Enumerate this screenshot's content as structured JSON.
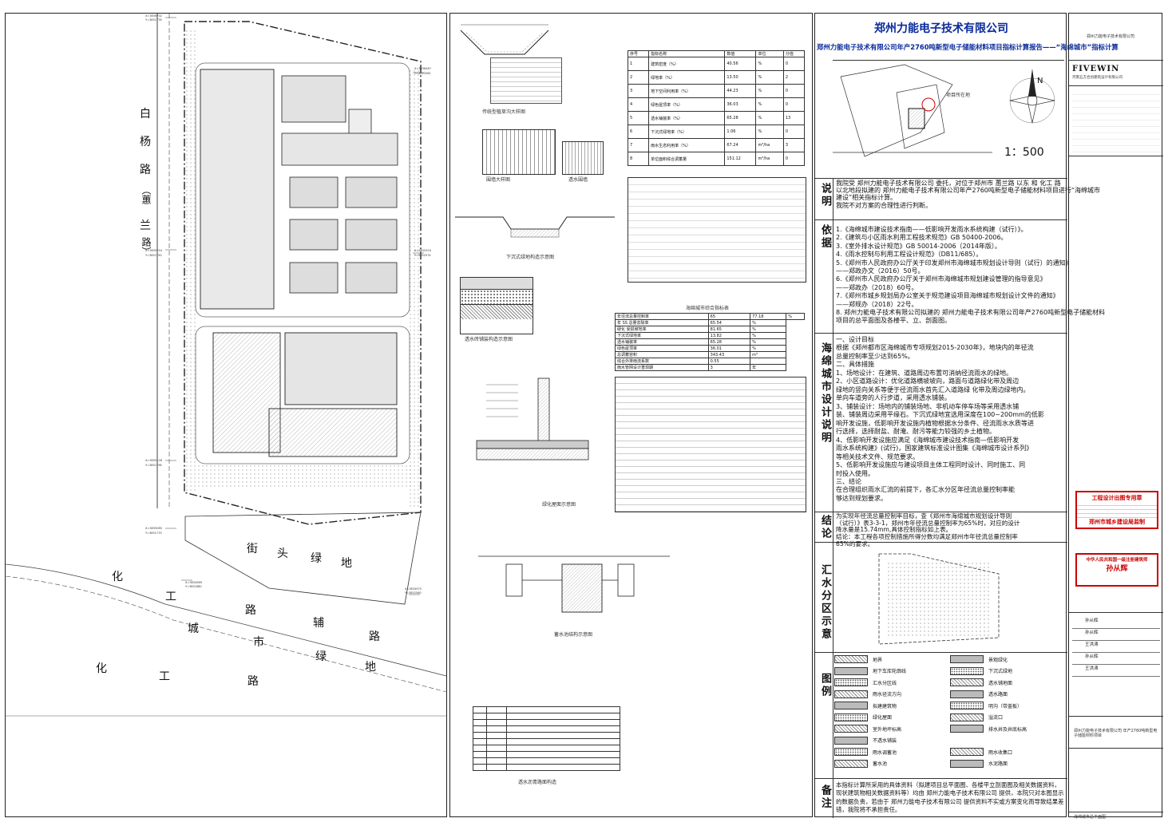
{
  "site_plan": {
    "roads": {
      "baiyang_1": "白",
      "baiyang_2": "杨",
      "baiyang_3": "路",
      "baiyang_4": "（蕙",
      "baiyang_5": "兰",
      "baiyang_6": "路）",
      "jietou_1": "街",
      "jietou_2": "头",
      "jietou_3": "绿",
      "jietou_4": "地",
      "hua": "化",
      "gong": "工",
      "lu1": "路",
      "fu": "辅",
      "lu2": "路",
      "cheng": "城",
      "shi": "市",
      "lv": "绿",
      "di": "地",
      "hua2": "化",
      "gong2": "工",
      "lu3": "路"
    }
  },
  "detail_titles": {
    "d1": "传统型植草沟大样图",
    "d2": "围墙大样图",
    "d3": "透水围墙",
    "d4": "下沉式绿地构造示意图",
    "d5": "透水砖铺装构造示意图",
    "d6": "绿化屋面示意图",
    "d7": "蓄水池结构示意图",
    "d8": "透水沥青路面构造"
  },
  "title_block": {
    "company": "郑州力能电子技术有限公司",
    "project_title": "郑州力能电子技术有限公司年产2760吨新型电子储能材料项目指标计算报告——“海绵城市”指标计算",
    "scale": "1：500",
    "north": "N",
    "site_label": "项目所在地"
  },
  "sections": {
    "shuoming": "说明",
    "yiju": "依据",
    "haimian": "海绵城市设计说明",
    "jielun": "结论",
    "huishui": "汇水分区示意",
    "tuli": "图例",
    "beizhu": "备注"
  },
  "shuoming_text": [
    "我院受 郑州力能电子技术有限公司 委托，对位于郑州市 蕙兰路 以东 和 化工 路",
    "以北地段拟建的 郑州力能电子技术有限公司年产2760吨新型电子储能材料项目进行“海绵城市",
    "建设”相关指标计算。",
    "我院不对方案的合理性进行判断。"
  ],
  "yiju_text": [
    "1.《海绵城市建设技术指南——低影响开发雨水系统构建（试行）》。",
    "2.《建筑与小区雨水利用工程技术规范》GB 50400-2006。",
    "3.《室外排水设计规范》GB 50014-2006（2014年版）。",
    "4.《雨水控制与利用工程设计规范》（DB11/685）。",
    "5.《郑州市人民政府办公厅关于印发郑州市海绵城市规划设计导则（试行）的通知》",
    "——郑政办文（2016）50号。",
    "6.《郑州市人民政府办公厅关于郑州市海绵城市规划建设管理的指导意见》",
    "——郑政办（2018）60号。",
    "7.《郑州市城乡规划局办公室关于规范建设项目海绵城市规划设计文件的通知》",
    "——郑规办（2018）22号。",
    "8. 郑州力能电子技术有限公司拟建的 郑州力能电子技术有限公司年产2760吨新型电子储能材料",
    "项目的总平面图及各楼平、立、剖面图。"
  ],
  "haimian_text": [
    "一、设计目标",
    "根据《郑州都市区海绵城市专项规划2015-2030年》，地块内的年径流",
    "总量控制率至少达到65%。",
    "二、具体措施",
    "1、场地设计：在建筑、道路周边布置可消纳径流雨水的绿地。",
    "2、小区道路设计：优化道路横坡坡向，路面与道路绿化带及周边",
    "绿地的竖向关系等便于径流雨水首先汇入道路绿    化带及周边绿地内。",
    "单向车道旁的人行步道，采用透水铺装。",
    "3、铺装设计：场地内的铺装场地、非机动车停车场等采用透水铺",
    "装、铺装周边采用平缘石。下沉式绿地宜选用深度在100~200mm的低影",
    "响开发设施，低影响开发设施内植物根据水分条件、径流雨水水质等进",
    "行选择，选择耐盐、耐淹、耐污等能力较强的乡土植物。",
    "4、低影响开发设施应满足《海绵城市建设技术指南—低影响开发",
    "雨水系统构建》(试行)，国家建筑标准设计图集《海绵城市设计系列》",
    "等相关技术文件、规范要求。",
    "5、低影响开发设施应与建设项目主体工程同时设计、同时施工、同",
    "时投入使用。",
    "三、结论",
    "在合理组织雨水汇流的前提下，各汇水分区年径流总量控制率能",
    "够达到规划要求。"
  ],
  "jielun_text": [
    "为实现年径流总量控制率目标，查《郑州市海绵城市规划设计导则",
    "（试行）》表3-3-1，郑州市年径流总量控制率为65%时，对应的设计",
    "降水量是15.74mm,具体控制指标如上表。",
    "结论：本工程各项控制措施所得分数均满足郑州市年径流总量控制率",
    "65%的要求。"
  ],
  "beizhu_text": [
    "本指标计算所采用的具体资料（拟建项目总平面图、各楼平立剖面图及相关数据资料，",
    "现状建筑物相关数据资料等）均由 郑州力能电子技术有限公司 提供，本院只对本图显示",
    "的数据负责，若由于 郑州力能电子技术有限公司 提供资料不实或方案变化而导致结果差",
    "错，我院将不承担责任。"
  ],
  "legend": [
    [
      "地界",
      "景观绿化"
    ],
    [
      "地下车库轮廓线",
      "下沉式绿地"
    ],
    [
      "汇水分区线",
      "透水铺地面"
    ],
    [
      "雨水径流方向",
      "透水路面"
    ],
    [
      "拟建建筑物",
      "明沟（带盖板）"
    ],
    [
      "绿化屋面",
      "溢流口"
    ],
    [
      "室外地坪标高",
      "排水井及井底标高"
    ],
    [
      "不透水铺装",
      ""
    ],
    [
      "雨水调蓄池",
      "雨水收集口"
    ],
    [
      "蓄水池",
      "水泥路面"
    ]
  ],
  "indicator_table": {
    "headers": [
      "序号",
      "指标名称",
      "数值",
      "单位",
      "分值"
    ],
    "rows": [
      [
        "1",
        "建筑密度（%）",
        "40.56",
        "%",
        "0"
      ],
      [
        "2",
        "绿地率（%）",
        "13.50",
        "%",
        "2"
      ],
      [
        "3",
        "地下空间利用率（%）",
        "44.23",
        "%",
        "0"
      ],
      [
        "4",
        "绿色屋顶率（%）",
        "36.03",
        "%",
        "0"
      ],
      [
        "5",
        "透水铺装率（%）",
        "65.28",
        "%",
        "13"
      ],
      [
        "6",
        "下沉式绿地率（%）",
        "1.06",
        "%",
        "0"
      ],
      [
        "7",
        "雨水生态利用率（%）",
        "67.24",
        "m³/ha",
        "3"
      ],
      [
        "8",
        "单位面积综合调蓄量",
        "151.12",
        "m³/ha",
        "0"
      ]
    ]
  },
  "summary_table": {
    "title": "海绵城市综合指标表",
    "rows": [
      [
        "年径流总量控制率",
        "65",
        "77.18",
        "%"
      ],
      [
        "年 SS 总量去除率",
        "65.54",
        "%"
      ],
      [
        "硬化 受损坡地率",
        "81.65",
        "%"
      ],
      [
        "下沉式绿地率",
        "13.82",
        "%"
      ],
      [
        "透水铺装率",
        "65.28",
        "%"
      ],
      [
        "绿色屋顶率",
        "36.01",
        "%"
      ],
      [
        "总调蓄容积",
        "343.43",
        "m³"
      ],
      [
        "综合外排雨流系数",
        "0.55",
        ""
      ],
      [
        "雨水管网设计重现期",
        "3",
        "年"
      ]
    ]
  },
  "right_strip": {
    "client": "郑州力能电子技术有限公司",
    "institute": "河南五方合创建筑设计有限公司",
    "logo": "FIVEWIN",
    "stamp1_title": "工程设计出图专用章",
    "stamp1_line": "郑州市城乡建设局监制",
    "stamp2_title": "中华人民共和国一级注册建筑师",
    "stamp2_name": "孙从辉",
    "project_name": "郑州力能电子技术有限公司 年产2760吨新型电子储能材料项目",
    "drawing_name": "海绵城市总平面图",
    "sign_names": [
      "孙从辉",
      "孙从辉",
      "王洪涛",
      "孙从辉",
      "王洪涛"
    ]
  }
}
